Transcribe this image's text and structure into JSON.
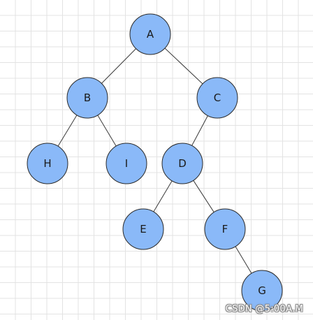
{
  "diagram": {
    "nodes": [
      {
        "id": "A",
        "label": "A"
      },
      {
        "id": "B",
        "label": "B"
      },
      {
        "id": "C",
        "label": "C"
      },
      {
        "id": "H",
        "label": "H"
      },
      {
        "id": "I",
        "label": "I"
      },
      {
        "id": "D",
        "label": "D"
      },
      {
        "id": "E",
        "label": "E"
      },
      {
        "id": "F",
        "label": "F"
      },
      {
        "id": "G",
        "label": "G"
      }
    ],
    "edges": [
      {
        "from": "A",
        "to": "B"
      },
      {
        "from": "A",
        "to": "C"
      },
      {
        "from": "B",
        "to": "H"
      },
      {
        "from": "B",
        "to": "I"
      },
      {
        "from": "C",
        "to": "D"
      },
      {
        "from": "D",
        "to": "E"
      },
      {
        "from": "D",
        "to": "F"
      },
      {
        "from": "F",
        "to": "G"
      }
    ],
    "colors": {
      "node_fill": "#8ab9f8",
      "node_stroke": "#2a2a2a",
      "edge": "#3a3a3a"
    }
  },
  "watermark": {
    "text": "CSDN @5:00A.M"
  }
}
